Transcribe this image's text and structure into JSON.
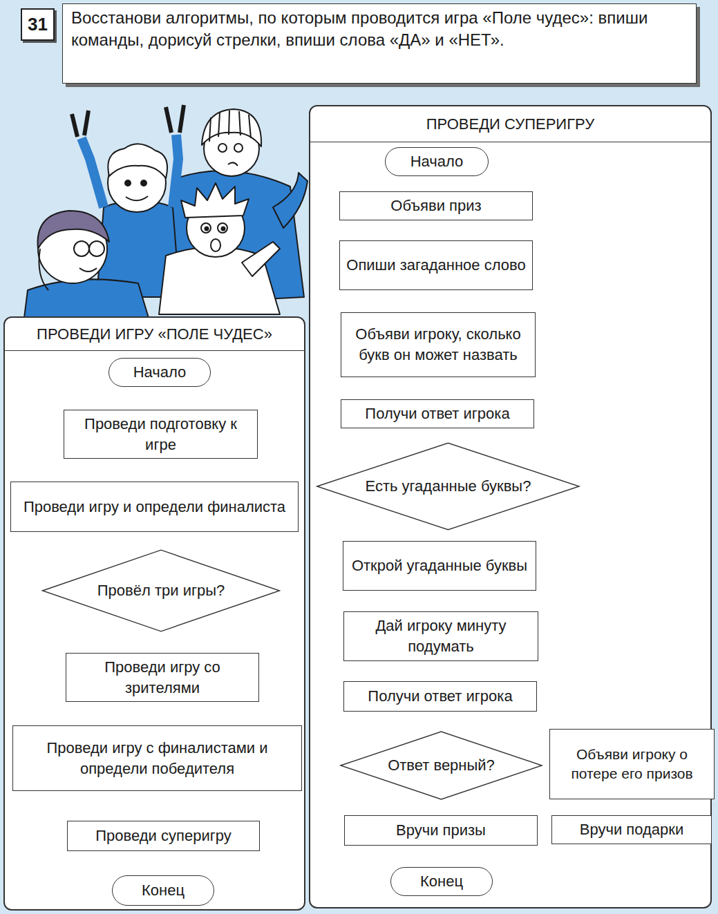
{
  "diagram": {
    "nodes": [
      {
        "text": [
          "31"
        ]
      },
      {
        "text": [
          "Восстанови алгоритмы, по которым проводится игра «Поле чудес»: впиши команды, дорисуй стрелки, впиши слова «ДА» и «НЕТ»."
        ]
      },
      {
        "text": [
          "ПРОВЕДИ ИГРУ «ПОЛЕ ЧУДЕС»"
        ]
      },
      {
        "text": [
          "Начало"
        ],
        "in": 2
      },
      {
        "text": [
          "Проведи подготовку к игре"
        ],
        "in": 2
      },
      {
        "text": [
          "Проведи игру и определи финалиста"
        ],
        "in": 2
      },
      {
        "text": [
          "Провёл три игры?"
        ],
        "in": 2
      },
      {
        "text": [
          "Проведи игру со зрителями"
        ],
        "in": 2
      },
      {
        "text": [
          "Проведи игру с финалистами и определи победителя"
        ],
        "in": 2
      },
      {
        "text": [
          "Проведи суперигру"
        ],
        "in": 2
      },
      {
        "text": [
          "Конец"
        ],
        "in": 2
      },
      {
        "text": [
          "ПРОВЕДИ СУПЕРИГРУ"
        ]
      },
      {
        "text": [
          "Начало"
        ],
        "in": 11
      },
      {
        "text": [
          "Объяви приз"
        ],
        "in": 11
      },
      {
        "text": [
          "Опиши загаданное слово"
        ],
        "in": 11
      },
      {
        "text": [
          "Объяви игроку, сколько букв он может назвать"
        ],
        "in": 11
      },
      {
        "text": [
          "Получи ответ игрока"
        ],
        "in": 11
      },
      {
        "text": [
          "Есть угаданные буквы?"
        ],
        "in": 11
      },
      {
        "text": [
          "Открой угаданные буквы"
        ],
        "in": 11
      },
      {
        "text": [
          "Дай игроку минуту подумать"
        ],
        "in": 11
      },
      {
        "text": [
          "Получи ответ игрока"
        ],
        "in": 11
      },
      {
        "text": [
          "Ответ верный?"
        ],
        "in": 11
      },
      {
        "text": [
          "Объяви игроку о потере его призов"
        ],
        "in": 11
      },
      {
        "text": [
          "Вручи призы"
        ],
        "in": 11
      },
      {
        "text": [
          "Вручи подарки"
        ],
        "in": 11
      },
      {
        "text": [
          "Конец"
        ],
        "in": 11
      }
    ]
  }
}
